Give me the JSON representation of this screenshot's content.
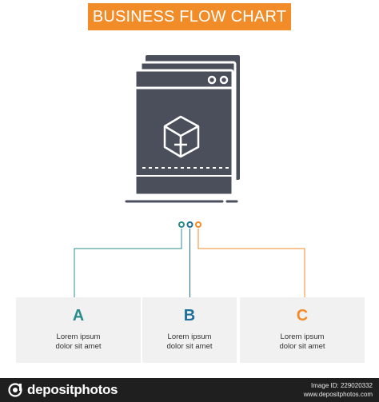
{
  "title": "BUSINESS FLOW CHART",
  "hero_icon": "browser-window-box-icon",
  "colors": {
    "banner": "#f28c28",
    "card_a": "#2a8c8c",
    "card_b": "#1f6f9c",
    "card_c": "#f28c28",
    "icon": "#4b4f5c"
  },
  "cards": [
    {
      "letter": "A",
      "line1": "Lorem ipsum",
      "line2": "dolor sit amet"
    },
    {
      "letter": "B",
      "line1": "Lorem ipsum",
      "line2": "dolor sit amet"
    },
    {
      "letter": "C",
      "line1": "Lorem ipsum",
      "line2": "dolor sit amet"
    }
  ],
  "footer": {
    "brand": "depositphotos",
    "image_id": "Image ID: 229020332",
    "site": "www.depositphotos.com"
  }
}
